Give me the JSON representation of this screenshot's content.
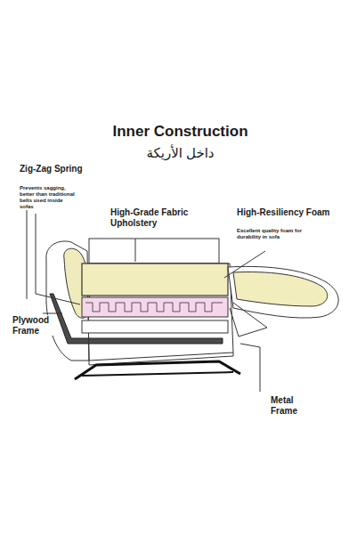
{
  "diagram": {
    "title": "Inner Construction",
    "labels": [
      "داخل الأريكة",
      "Zig-Zag Spring",
      "Prevents sagging, better than traditional belts used inside sofas",
      "High-Grade Fabric Upholstery",
      "High-Resiliency Foam",
      "Excellent quality foam for durability in sofa",
      "Plywood Frame",
      "Metal Frame"
    ]
  }
}
